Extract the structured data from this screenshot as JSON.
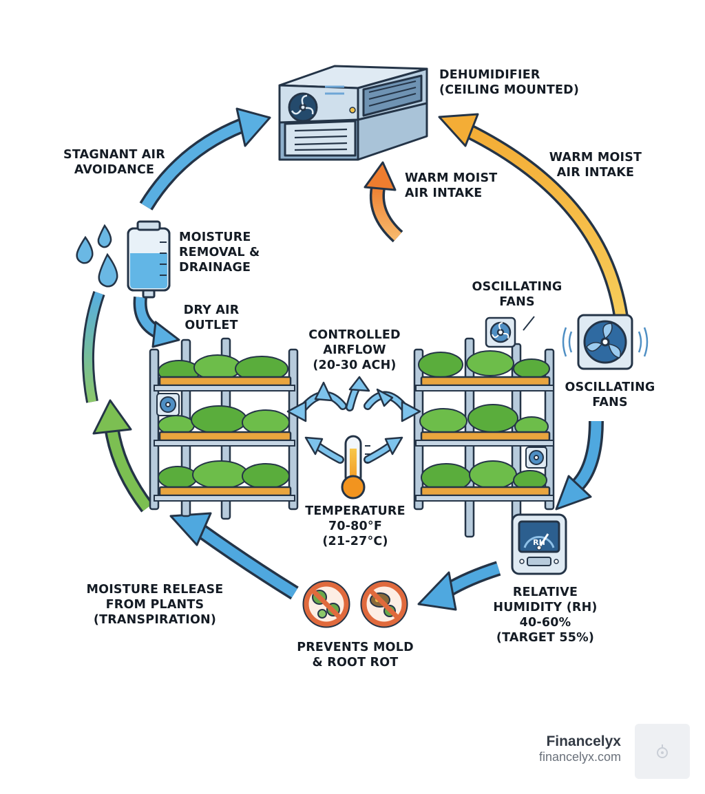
{
  "labels": {
    "dehumidifier": "DEHUMIDIFIER\n(CEILING MOUNTED)",
    "stagnant_air": "STAGNANT AIR\nAVOIDANCE",
    "warm_moist_inner": "WARM MOIST\nAIR INTAKE",
    "warm_moist_outer": "WARM MOIST\nAIR INTAKE",
    "moisture_removal": "MOISTURE\nREMOVAL &\nDRAINAGE",
    "dry_air_outlet": "DRY AIR\nOUTLET",
    "controlled_airflow": "CONTROLLED\nAIRFLOW\n(20-30 ACH)",
    "oscillating_fans_small": "OSCILLATING\nFANS",
    "oscillating_fans_large": "OSCILLATING\nFANS",
    "temperature": "TEMPERATURE\n70-80°F\n(21-27°C)",
    "moisture_release": "MOISTURE RELEASE\nFROM PLANTS\n(TRANSPIRATION)",
    "relative_humidity": "RELATIVE\nHUMIDITY (RH)\n40-60%\n(TARGET 55%)",
    "prevents_mold": "PREVENTS MOLD\n& ROOT ROT"
  },
  "meter": {
    "text": "RH"
  },
  "brand": {
    "name": "Financelyx",
    "url": "financelyx.com"
  },
  "icons": {
    "dehumidifier": "dehumidifier-icon",
    "tank": "water-tank-icon",
    "fan": "fan-icon",
    "thermometer": "thermometer-icon",
    "meter": "humidity-meter-icon",
    "mold": "no-mold-icon",
    "drops": "water-drops-icon"
  },
  "colors": {
    "arrow_blue": "#4fa8df",
    "arrow_yellow": "#f4b63d",
    "arrow_green": "#79bd4f",
    "arrow_orange": "#f08a3a",
    "outline": "#243447",
    "plant_green": "#5aad3c",
    "tray": "#e9a53e",
    "no_symbol": "#e06a3d"
  }
}
